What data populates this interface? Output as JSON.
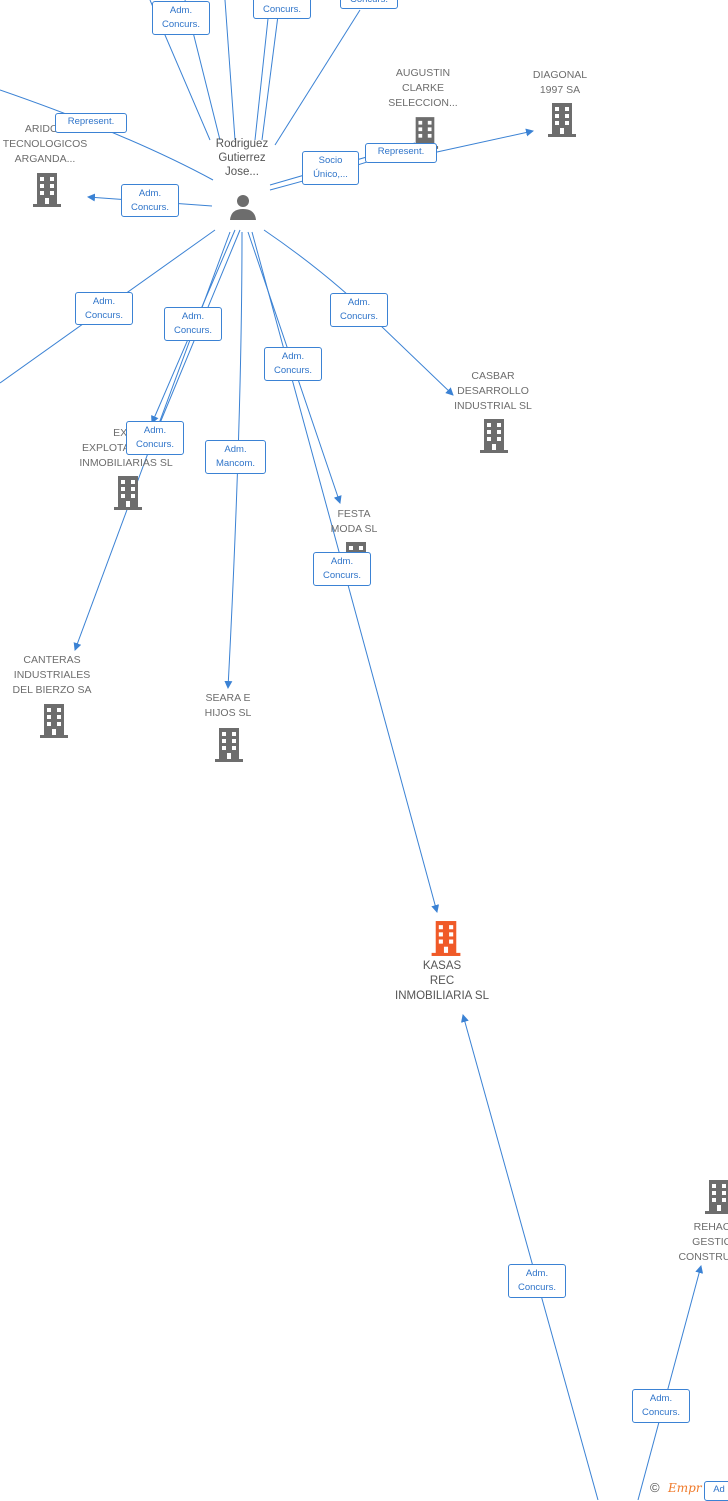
{
  "nodes": {
    "person": {
      "label": "Rodriguez\nGutierrez\nJose...",
      "icon": "person-icon"
    },
    "focal": {
      "label": "KASAS\nREC\nINMOBILIARIA SL",
      "icon": "building-icon",
      "color": "#f05a28"
    },
    "aridos": {
      "label": "ARIDOS\nTECNOLOGICOS\nARGANDA...",
      "icon": "building-icon"
    },
    "augustin": {
      "label": "AUGUSTIN\nCLARKE\nSELECCION...",
      "icon": "building-icon"
    },
    "diagonal": {
      "label": "DIAGONAL\n1997 SA",
      "icon": "building-icon"
    },
    "casbar": {
      "label": "CASBAR\nDESARROLLO\nINDUSTRIAL SL",
      "icon": "building-icon"
    },
    "exim": {
      "label": "EXIM\nEXPLOTACIONES\nINMOBILIARIAS SL",
      "icon": "building-icon"
    },
    "festa": {
      "label": "FESTA\nMODA SL",
      "icon": "building-icon"
    },
    "canteras": {
      "label": "CANTERAS\nINDUSTRIALES\nDEL BIERZO SA",
      "icon": "building-icon"
    },
    "seara": {
      "label": "SEARA E\nHIJOS SL",
      "icon": "building-icon"
    },
    "rehac": {
      "label": "REHAC\nGESTIO\nCONSTRUCC",
      "icon": "building-icon"
    }
  },
  "relations": [
    {
      "id": "r1",
      "label": "Adm.\nConcurs."
    },
    {
      "id": "r2",
      "label": "Adm.\nConcurs."
    },
    {
      "id": "r3",
      "label": "Adm.\nConcurs."
    },
    {
      "id": "r4",
      "label": "Represent."
    },
    {
      "id": "r5",
      "label": "Socio\nÚnico,..."
    },
    {
      "id": "r6",
      "label": "Represent."
    },
    {
      "id": "r7",
      "label": "Adm.\nConcurs."
    },
    {
      "id": "r8",
      "label": "Adm.\nConcurs."
    },
    {
      "id": "r9",
      "label": "Adm.\nConcurs."
    },
    {
      "id": "r10",
      "label": "Adm.\nConcurs."
    },
    {
      "id": "r11",
      "label": "Adm.\nConcurs."
    },
    {
      "id": "r12",
      "label": "Adm.\nConcurs."
    },
    {
      "id": "r13",
      "label": "Adm.\nMancom."
    },
    {
      "id": "r14",
      "label": "Adm.\nConcurs."
    },
    {
      "id": "r15",
      "label": "Adm.\nConcurs."
    },
    {
      "id": "r16",
      "label": "Adm.\nConcurs."
    },
    {
      "id": "r17",
      "label": "Ad"
    }
  ],
  "footer": {
    "copyright": "©",
    "brand": "Empr"
  },
  "colors": {
    "edge": "#3b82d4",
    "icon": "#6d6d6d",
    "focal": "#f05a28"
  }
}
